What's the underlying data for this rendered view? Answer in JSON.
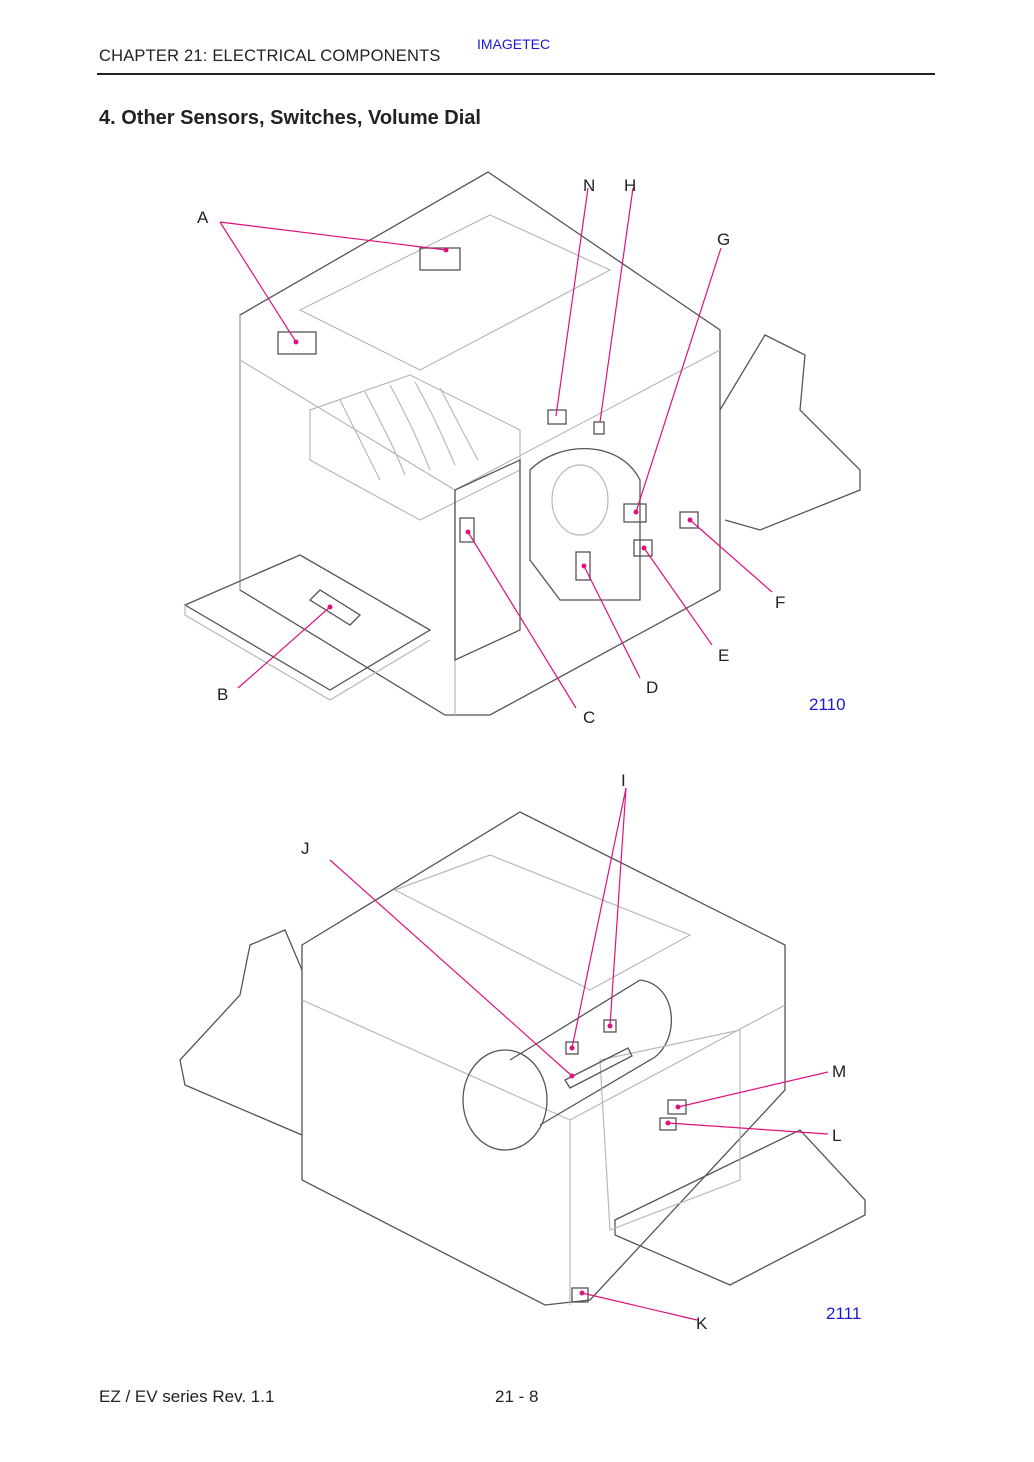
{
  "header": {
    "chapter": "CHAPTER 21:  ELECTRICAL COMPONENTS",
    "brand": "IMAGETEC"
  },
  "section": {
    "title": "4.   Other Sensors, Switches, Volume Dial"
  },
  "figures": [
    {
      "number": "2110",
      "callouts": [
        "A",
        "B",
        "C",
        "D",
        "E",
        "F",
        "G",
        "H",
        "N"
      ]
    },
    {
      "number": "2111",
      "callouts": [
        "I",
        "J",
        "K",
        "L",
        "M"
      ]
    }
  ],
  "footer": {
    "doc": "EZ / EV series Rev. 1.1",
    "page": "21 - 8"
  },
  "colors": {
    "leader": "#e0117f",
    "figure_number": "#1a1ad6",
    "brand": "#1a1ad6"
  }
}
